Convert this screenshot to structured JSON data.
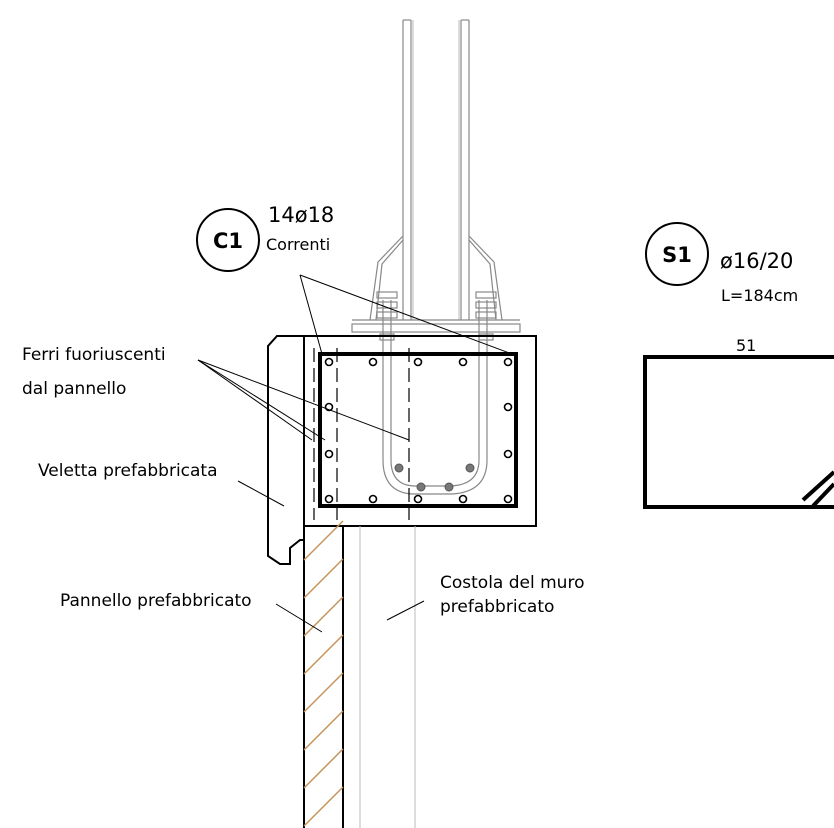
{
  "section": {
    "circle_label": "C1",
    "bars_count": "14ø18",
    "bars_name": "Correnti"
  },
  "stirrup": {
    "circle_label": "S1",
    "spec": "ø16/20",
    "length": "L=184cm",
    "dimension": "51"
  },
  "labels": {
    "ferri_line1": "Ferri fuoriuscenti",
    "ferri_line2": "dal pannello",
    "veletta": "Veletta prefabbricata",
    "pannello": "Pannello prefabbricato",
    "costola_line1": "Costola del muro",
    "costola_line2": "prefabbricato"
  },
  "colors": {
    "line": "#000000",
    "hatch": "#c8935a",
    "grey_line": "#888888",
    "open_bar": "#ffffff",
    "full_bar": "#777777"
  }
}
